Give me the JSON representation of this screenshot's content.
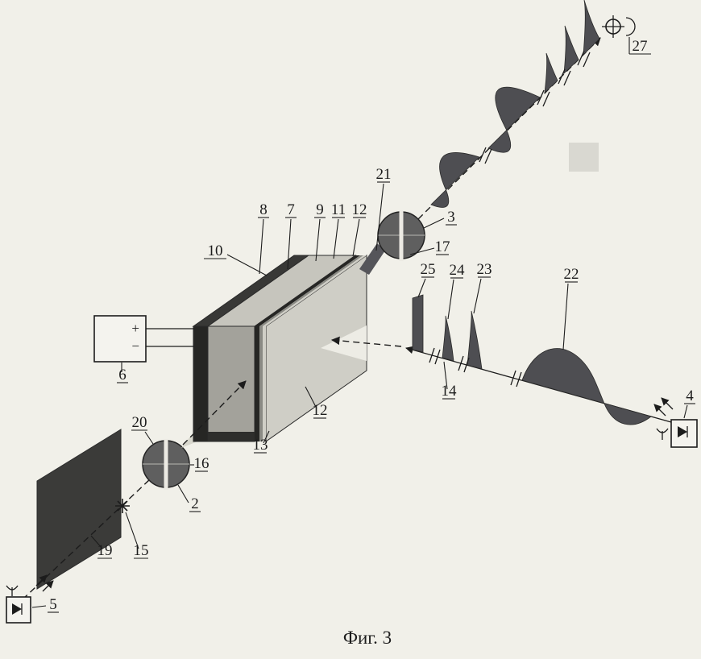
{
  "figure": {
    "caption": "Фиг. 3",
    "background_color": "#f1f0e9",
    "ink_color": "#1c1c1c"
  },
  "colors": {
    "box_top_face": "#c6c5bd",
    "box_front_face": "#a3a29b",
    "box_right_face": "#cfcec6",
    "electrode_dark": "#262624",
    "layer_mid": "#8a8a84",
    "layer_light": "#d0cfc7",
    "beam_cone_light": "#d8d7cd",
    "waveform_fill": "#4e4e52",
    "polarizer_fill": "#5f5f5f",
    "polarizer_stripe": "#eceae3",
    "screen_fill": "#3b3b39",
    "slot_white": "#edece5"
  },
  "power_supply": {
    "plus": "+",
    "minus": "−"
  },
  "labels": {
    "n2": "2",
    "n3": "3",
    "n4": "4",
    "n5": "5",
    "n6": "6",
    "n7": "7",
    "n8": "8",
    "n9": "9",
    "n10": "10",
    "n11": "11",
    "n12a": "12",
    "n12b": "12",
    "n13": "13",
    "n14": "14",
    "n15": "15",
    "n16": "16",
    "n17": "17",
    "n19": "19",
    "n20": "20",
    "n21": "21",
    "n22": "22",
    "n23": "23",
    "n24": "24",
    "n25": "25",
    "n27": "27"
  }
}
